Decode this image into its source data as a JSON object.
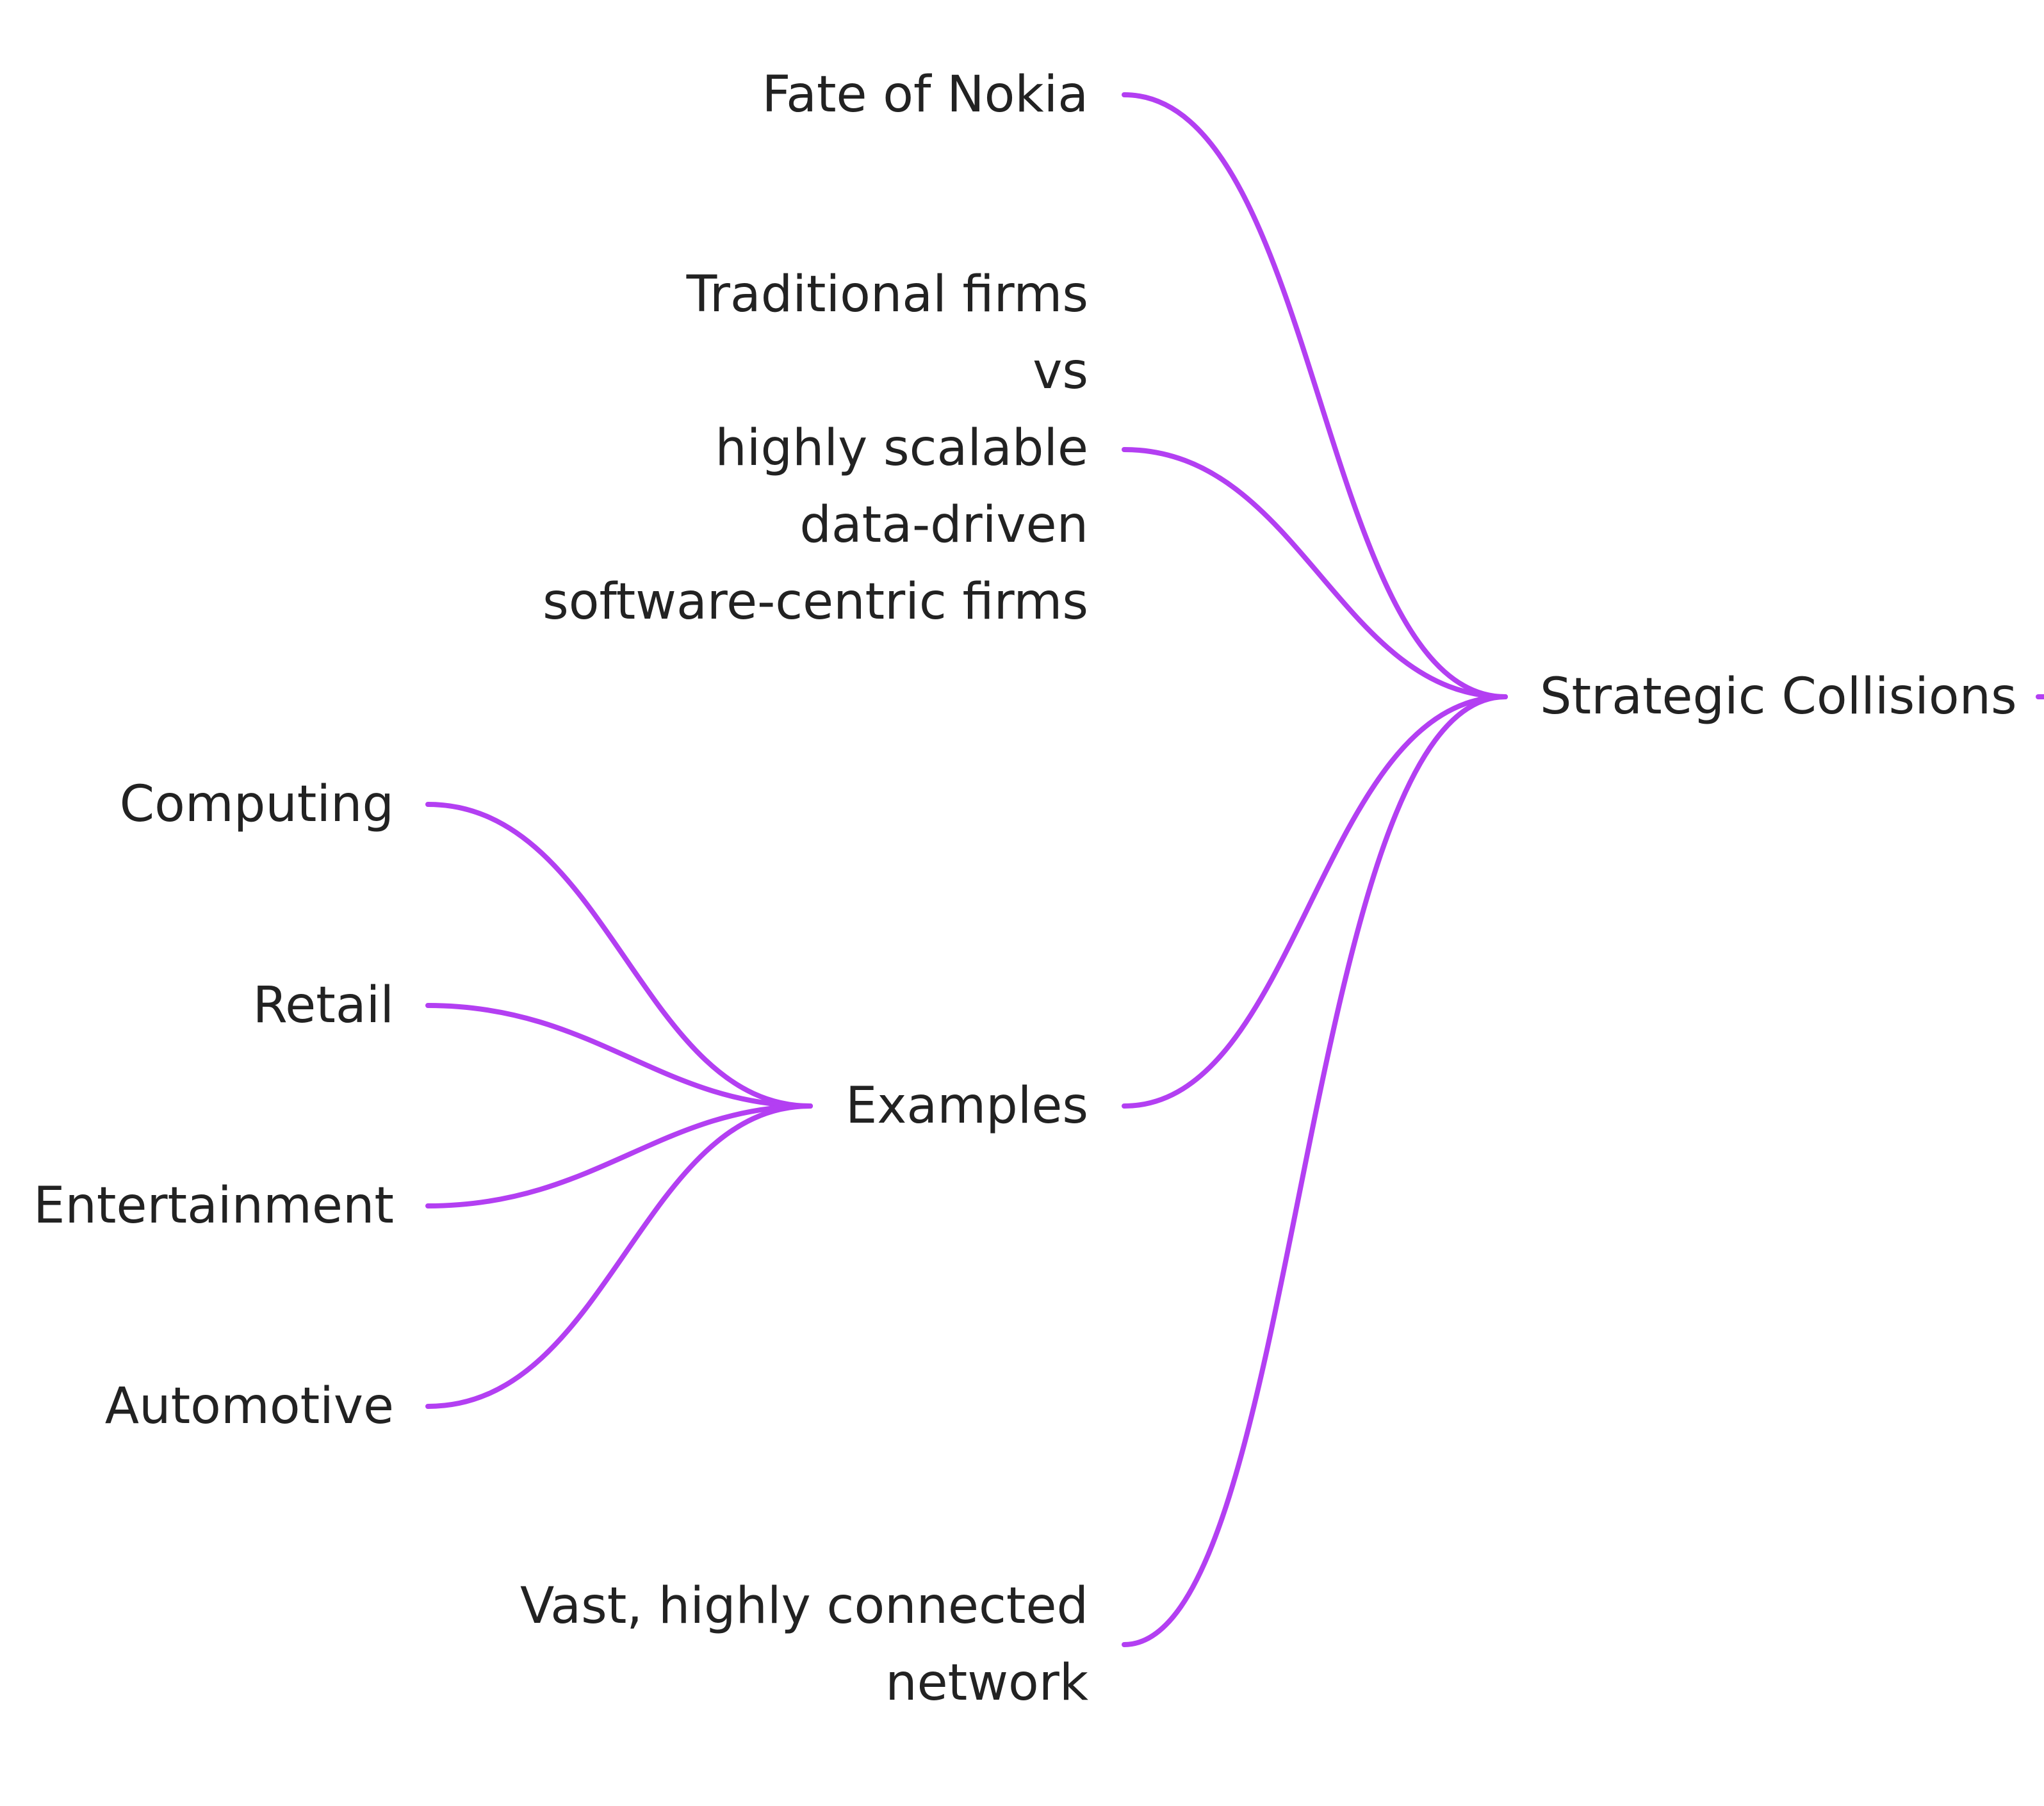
{
  "line_color": "#b33ff2",
  "text_color": "#222222",
  "root": {
    "label": "Strategic Collisions"
  },
  "nodes": {
    "fate_of_nokia": "Fate of Nokia",
    "traditional_firms": "Traditional firms\nvs\nhighly scalable\ndata-driven\nsoftware-centric firms",
    "examples": "Examples",
    "vast_network": "Vast, highly connected\nnetwork",
    "computing": "Computing",
    "retail": "Retail",
    "entertainment": "Entertainment",
    "automotive": "Automotive"
  }
}
